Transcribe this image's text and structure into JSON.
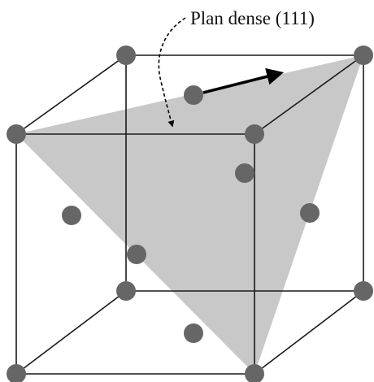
{
  "annotation": {
    "plane_label": "Plan dense (111)"
  },
  "colors": {
    "plane_fill": "#c8c8c8",
    "atom_fill": "#666666",
    "edge_stroke": "#1a1a1a",
    "arrow_stroke": "#000000"
  },
  "diagram": {
    "structure": "face-centered cubic unit cell",
    "highlighted_plane": "(111)",
    "corner_atoms": 8,
    "face_center_atoms": 6
  }
}
